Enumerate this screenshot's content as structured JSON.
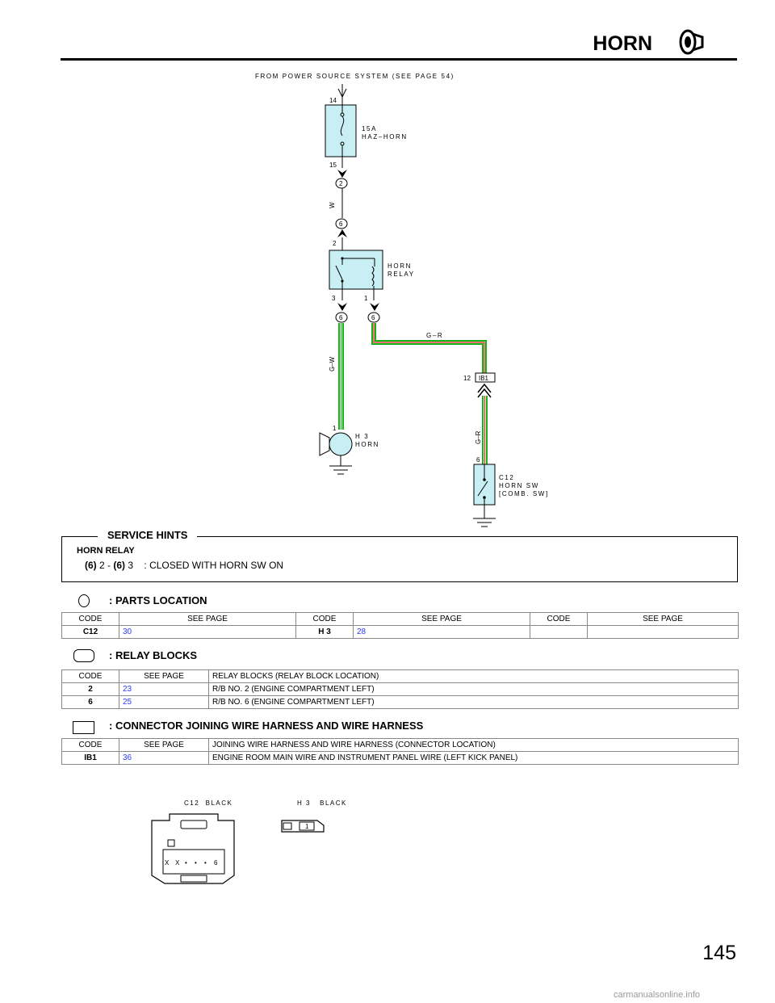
{
  "header": {
    "title": "HORN"
  },
  "diagram": {
    "source_label": "FROM POWER SOURCE SYSTEM (SEE PAGE 54)",
    "fuse": {
      "pin_top": "14",
      "pin_bottom": "15",
      "rating": "15A",
      "name": "HAZ–HORN"
    },
    "relay_block_2": "2",
    "wire_top": "W",
    "relay_block_6_top": "6",
    "relay": {
      "pin_top": "2",
      "pin_left": "3",
      "pin_right": "1",
      "name1": "HORN",
      "name2": "RELAY"
    },
    "relay_block_6_left": "6",
    "relay_block_6_right": "6",
    "wire_gr": "G–R",
    "wire_gw": "G–W",
    "junction": {
      "pin": "12",
      "name": "IB1"
    },
    "wire_gr2": "G–R",
    "horn": {
      "pin": "1",
      "code": "H 3",
      "name": "HORN"
    },
    "switch": {
      "pin": "6",
      "code": "C12",
      "name1": "HORN SW",
      "name2": "[COMB.  SW]"
    },
    "wire_colors": {
      "green": "#1bb11b",
      "red": "#e52020",
      "fill": "#c8f0f4"
    }
  },
  "service_hints": {
    "title": "SERVICE HINTS",
    "subtitle": "HORN RELAY",
    "line_a": "(6)",
    "line_b": "2 -",
    "line_c": "(6)",
    "line_d": "3",
    "line_e": ":  CLOSED WITH HORN SW ON"
  },
  "parts_location": {
    "heading": ": PARTS LOCATION",
    "headers": [
      "CODE",
      "SEE PAGE",
      "CODE",
      "SEE PAGE",
      "CODE",
      "SEE PAGE"
    ],
    "row": [
      "C12",
      "30",
      "H 3",
      "28",
      "",
      ""
    ]
  },
  "relay_blocks": {
    "heading": ": RELAY BLOCKS",
    "headers": [
      "CODE",
      "SEE PAGE",
      "RELAY BLOCKS (RELAY BLOCK LOCATION)"
    ],
    "rows": [
      [
        "2",
        "23",
        "R/B NO. 2 (ENGINE COMPARTMENT LEFT)"
      ],
      [
        "6",
        "25",
        "R/B NO. 6 (ENGINE COMPARTMENT LEFT)"
      ]
    ]
  },
  "connector_joining": {
    "heading": ": CONNECTOR JOINING WIRE HARNESS AND WIRE HARNESS",
    "headers": [
      "CODE",
      "SEE PAGE",
      "JOINING WIRE HARNESS AND WIRE HARNESS (CONNECTOR LOCATION)"
    ],
    "row": [
      "IB1",
      "36",
      "ENGINE ROOM MAIN WIRE AND INSTRUMENT PANEL WIRE (LEFT KICK PANEL)"
    ]
  },
  "connectors": {
    "c12": {
      "code": "C12",
      "color": "BLACK",
      "pins": [
        "X",
        "X",
        "•",
        "•",
        "•",
        "6"
      ]
    },
    "h3": {
      "code": "H 3",
      "color": "BLACK",
      "pin": "1"
    }
  },
  "page_number": "145",
  "footer": "carmanualsonline.info"
}
